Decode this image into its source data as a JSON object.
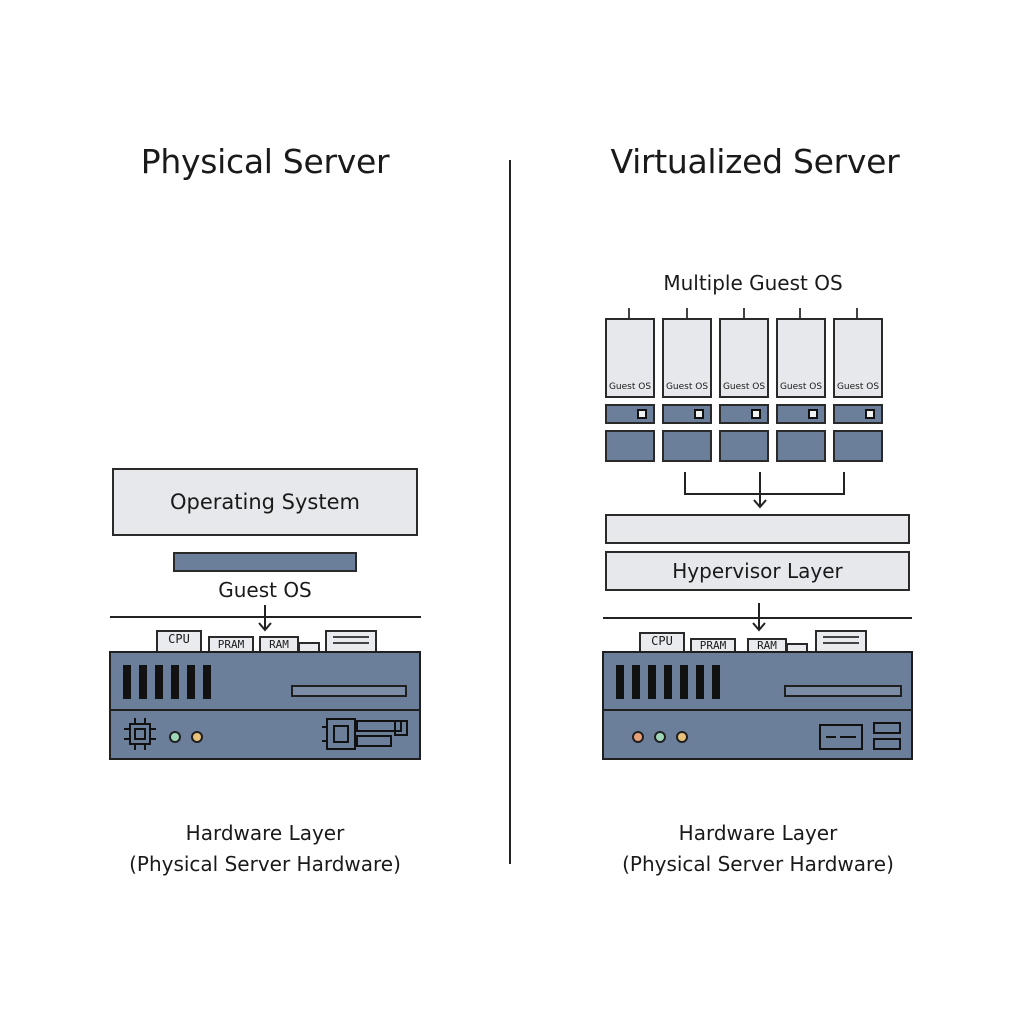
{
  "left": {
    "title": "Physical Server",
    "os_label": "Operating System",
    "guest_label": "Guest OS",
    "components": [
      "CPU",
      "PRAM",
      "RAM"
    ],
    "hardware_label": "Hardware Layer",
    "hardware_sub": "(Physical Server Hardware)",
    "led_colors": [
      "#9fd6b8",
      "#e8c27a"
    ]
  },
  "right": {
    "title": "Virtualized Server",
    "guests_heading": "Multiple Guest OS",
    "vms": [
      "Guest OS",
      "Guest OS",
      "Guest OS",
      "Guest OS",
      "Guest OS"
    ],
    "hypervisor_label": "Hypervisor Layer",
    "components": [
      "CPU",
      "PRAM",
      "RAM"
    ],
    "hardware_label": "Hardware Layer",
    "hardware_sub": "(Physical Server Hardware)",
    "led_colors": [
      "#e8a07a",
      "#9fd6b8",
      "#e8c27a"
    ]
  },
  "colors": {
    "accent_blue": "#6b7f9b",
    "panel": "#e6e8ec",
    "line": "#222222"
  }
}
